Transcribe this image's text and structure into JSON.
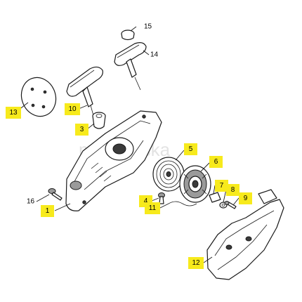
{
  "watermark": "motorarska",
  "parts": {
    "p1": {
      "number": "1",
      "highlighted": true
    },
    "p3": {
      "number": "3",
      "highlighted": true
    },
    "p4": {
      "number": "4",
      "highlighted": true
    },
    "p5": {
      "number": "5",
      "highlighted": true
    },
    "p6": {
      "number": "6",
      "highlighted": true
    },
    "p7": {
      "number": "7",
      "highlighted": true
    },
    "p8": {
      "number": "8",
      "highlighted": true
    },
    "p9": {
      "number": "9",
      "highlighted": true
    },
    "p10": {
      "number": "10",
      "highlighted": true
    },
    "p11": {
      "number": "11",
      "highlighted": true
    },
    "p12": {
      "number": "12",
      "highlighted": true
    },
    "p13": {
      "number": "13",
      "highlighted": true
    },
    "p14": {
      "number": "14",
      "highlighted": false
    },
    "p15": {
      "number": "15",
      "highlighted": false
    },
    "p16": {
      "number": "16",
      "highlighted": false
    }
  },
  "colors": {
    "highlight": "#f7ea1c",
    "line": "#1a1a1a",
    "background": "#ffffff"
  }
}
